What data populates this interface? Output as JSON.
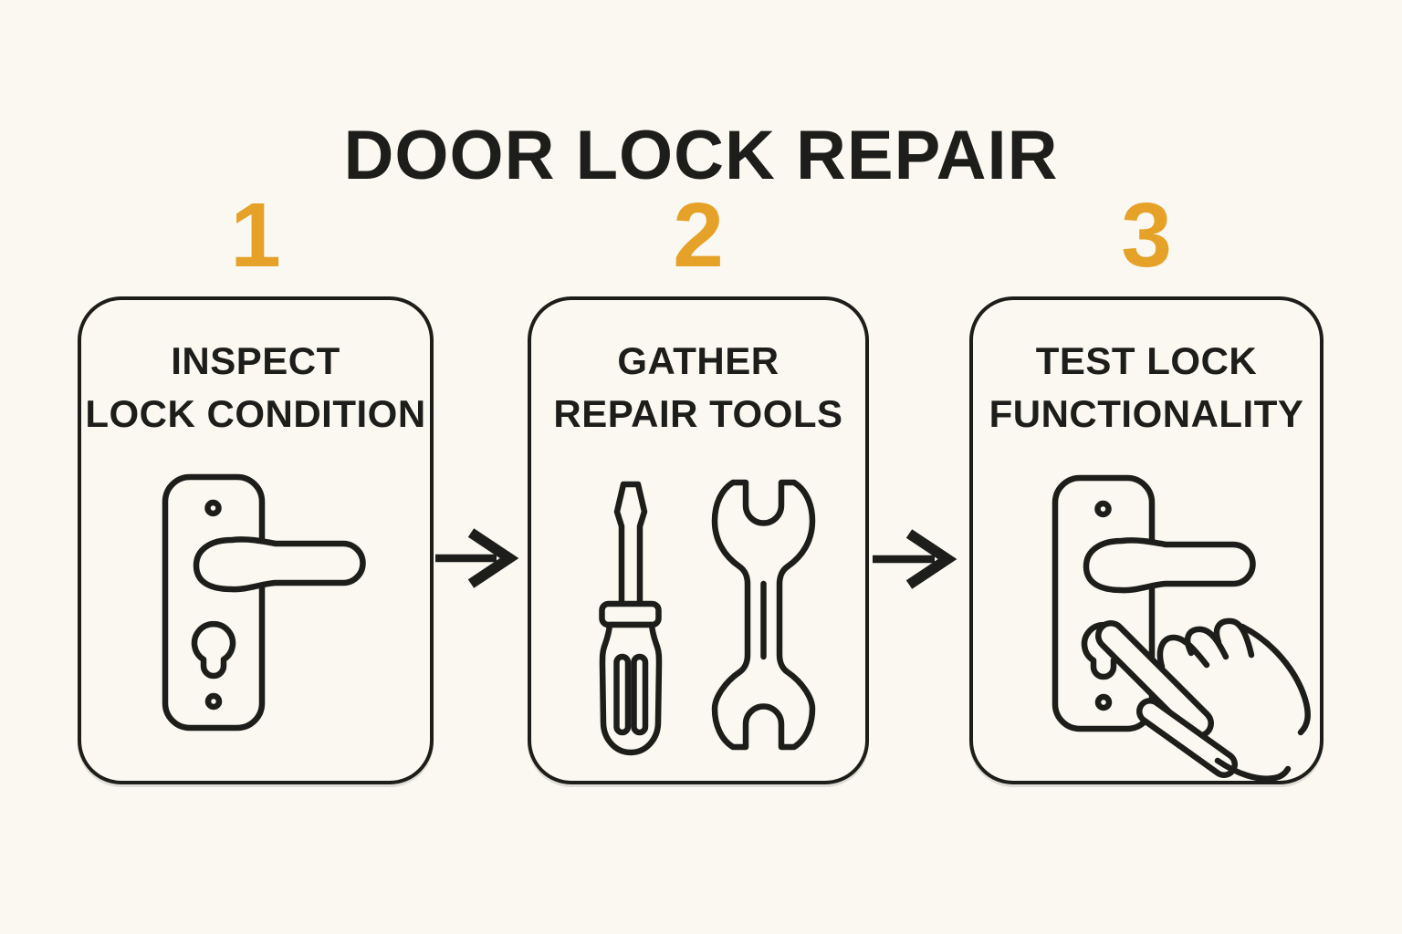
{
  "title": "DOOR LOCK REPAIR",
  "colors": {
    "background": "#FAF8F1",
    "ink": "#1D1D1B",
    "accent_orange": "#E6A228"
  },
  "steps": [
    {
      "number": "1",
      "title_line1": "INSPECT",
      "title_line2": "LOCK CONDITION",
      "icon": "door-handle-lock-icon"
    },
    {
      "number": "2",
      "title_line1": "GATHER",
      "title_line2": "REPAIR TOOLS",
      "icon": "screwdriver-and-wrench-icon"
    },
    {
      "number": "3",
      "title_line1": "TEST LOCK",
      "title_line2": "FUNCTIONALITY",
      "icon": "hand-pressing-lock-icon"
    }
  ],
  "connectors": [
    {
      "icon": "right-arrow-icon"
    },
    {
      "icon": "right-arrow-icon"
    }
  ]
}
